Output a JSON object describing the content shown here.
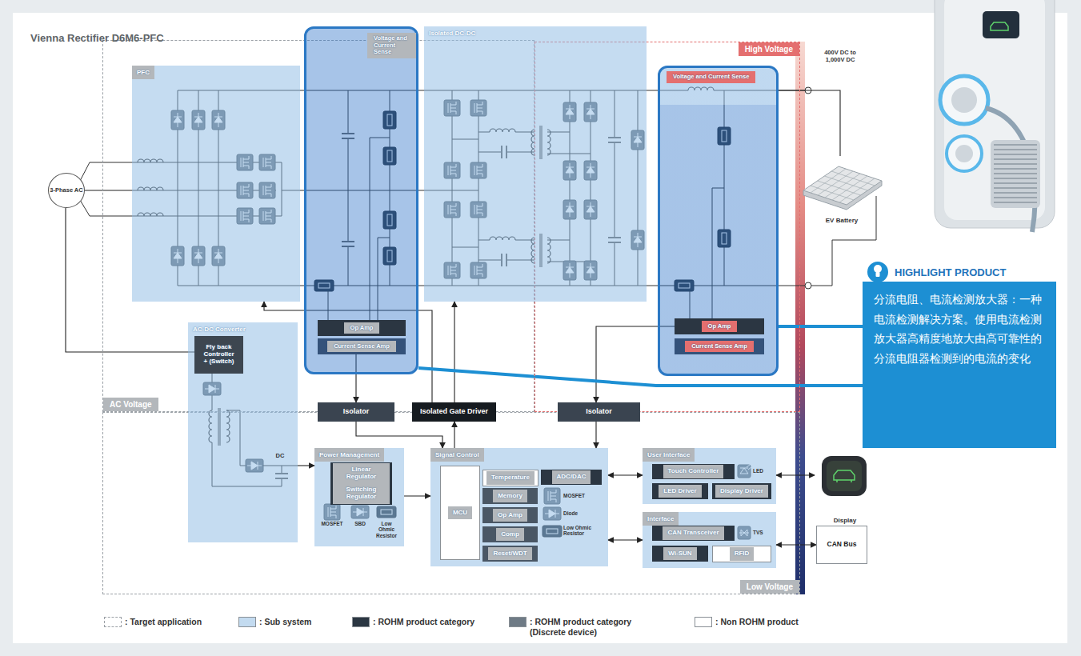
{
  "diagram": {
    "title": "Vienna Rectifier D6M6-PFC",
    "nodes": [
      {
        "text": [
          "AC Voltage"
        ]
      },
      {
        "text": [
          "High Voltage"
        ]
      },
      {
        "text": [
          "Low Voltage"
        ]
      },
      {
        "text": [
          "3-Phase AC"
        ]
      },
      {
        "text": [
          "PFC"
        ],
        "in": 0
      },
      {
        "text": [
          "Voltage and Current Sense"
        ],
        "in": 0
      },
      {
        "text": [
          "Op Amp"
        ],
        "in": 5
      },
      {
        "text": [
          "Current Sense Amp"
        ],
        "in": 5
      },
      {
        "text": [
          "Isolated DC-DC"
        ]
      },
      {
        "text": [
          "Voltage and Current Sense"
        ],
        "in": 1
      },
      {
        "text": [
          "Op Amp"
        ],
        "in": 9
      },
      {
        "text": [
          "Current Sense Amp"
        ],
        "in": 9
      },
      {
        "text": [
          "AC-DC Converter"
        ]
      },
      {
        "text": [
          "Fly back Controller + (Switch)"
        ],
        "in": 12
      },
      {
        "text": [
          "Isolator"
        ]
      },
      {
        "text": [
          "Isolated Gate Driver"
        ]
      },
      {
        "text": [
          "Isolator"
        ]
      },
      {
        "text": [
          "Power Management"
        ],
        "in": 2
      },
      {
        "text": [
          "Linear Regulator"
        ],
        "in": 17
      },
      {
        "text": [
          "Switching Regulator"
        ],
        "in": 17
      },
      {
        "text": [
          "Signal Control"
        ],
        "in": 2
      },
      {
        "text": [
          "MCU"
        ],
        "in": 20
      },
      {
        "text": [
          "Temperature"
        ],
        "in": 20
      },
      {
        "text": [
          "ADC/DAC"
        ],
        "in": 20
      },
      {
        "text": [
          "Memory"
        ],
        "in": 20
      },
      {
        "text": [
          "Op Amp"
        ],
        "in": 20
      },
      {
        "text": [
          "Comp"
        ],
        "in": 20
      },
      {
        "text": [
          "Reset/WDT"
        ],
        "in": 20
      },
      {
        "text": [
          "User Interface"
        ],
        "in": 2
      },
      {
        "text": [
          "Touch Controller"
        ],
        "in": 28
      },
      {
        "text": [
          "LED Driver"
        ],
        "in": 28
      },
      {
        "text": [
          "Display Driver"
        ],
        "in": 28
      },
      {
        "text": [
          "Interface"
        ],
        "in": 2
      },
      {
        "text": [
          "CAN Transceiver"
        ],
        "in": 32
      },
      {
        "text": [
          "Wi-SUN"
        ],
        "in": 32
      },
      {
        "text": [
          "RFID"
        ],
        "in": 32
      },
      {
        "text": [
          "Display"
        ]
      },
      {
        "text": [
          "CAN Bus"
        ]
      },
      {
        "text": [
          "EV Battery"
        ]
      },
      {
        "text": [
          "HIGHLIGHT PRODUCT",
          "分流电阻、电流检测放大器：一种电流检测解决方案。使用电流检测放大器高精度地放大由高可靠性的分流电阻器检测到的电流的变化"
        ]
      }
    ],
    "edges": [
      {
        "from": 3,
        "to": 4,
        "arrow": "none"
      },
      {
        "from": 3,
        "to": 13,
        "arrow": "none"
      },
      {
        "from": 7,
        "to": 14,
        "arrow": "to"
      },
      {
        "from": 14,
        "to": 20,
        "arrow": "to"
      },
      {
        "from": 15,
        "to": 4,
        "arrow": "to"
      },
      {
        "from": 15,
        "to": 8,
        "arrow": "to"
      },
      {
        "from": 20,
        "to": 15,
        "arrow": "to"
      },
      {
        "from": 10,
        "to": 16,
        "arrow": "to"
      },
      {
        "from": 16,
        "to": 20,
        "arrow": "to"
      },
      {
        "from": 17,
        "to": 20,
        "arrow": "to"
      },
      {
        "from": 12,
        "to": 17,
        "arrow": "to"
      },
      {
        "from": 20,
        "to": 28,
        "arrow": "both"
      },
      {
        "from": 20,
        "to": 32,
        "arrow": "both"
      },
      {
        "from": 28,
        "to": 36,
        "arrow": "both"
      },
      {
        "from": 32,
        "to": 37,
        "arrow": "both"
      },
      {
        "from": 9,
        "to": 38,
        "arrow": "none"
      },
      {
        "from": 39,
        "to": 9,
        "arrow": "none"
      },
      {
        "from": 39,
        "to": 5,
        "arrow": "none"
      }
    ],
    "labels": [
      "400V DC to 1,000V DC",
      "DC",
      "MOSFET",
      "SBD",
      "Low Ohmic Resistor",
      "MOSFET",
      "Diode",
      "Low Ohmic Resistor",
      "LED",
      "TVS"
    ],
    "legend": [
      {
        "text": ": Target application"
      },
      {
        "text": ": Sub system",
        "color": "#c3dbf0"
      },
      {
        "text": ": ROHM product category",
        "color": "#2b3642"
      },
      {
        "text": ": ROHM product category (Discrete device)",
        "color": "#6f7b86"
      },
      {
        "text": ": Non ROHM product",
        "color": "#ffffff"
      }
    ]
  }
}
